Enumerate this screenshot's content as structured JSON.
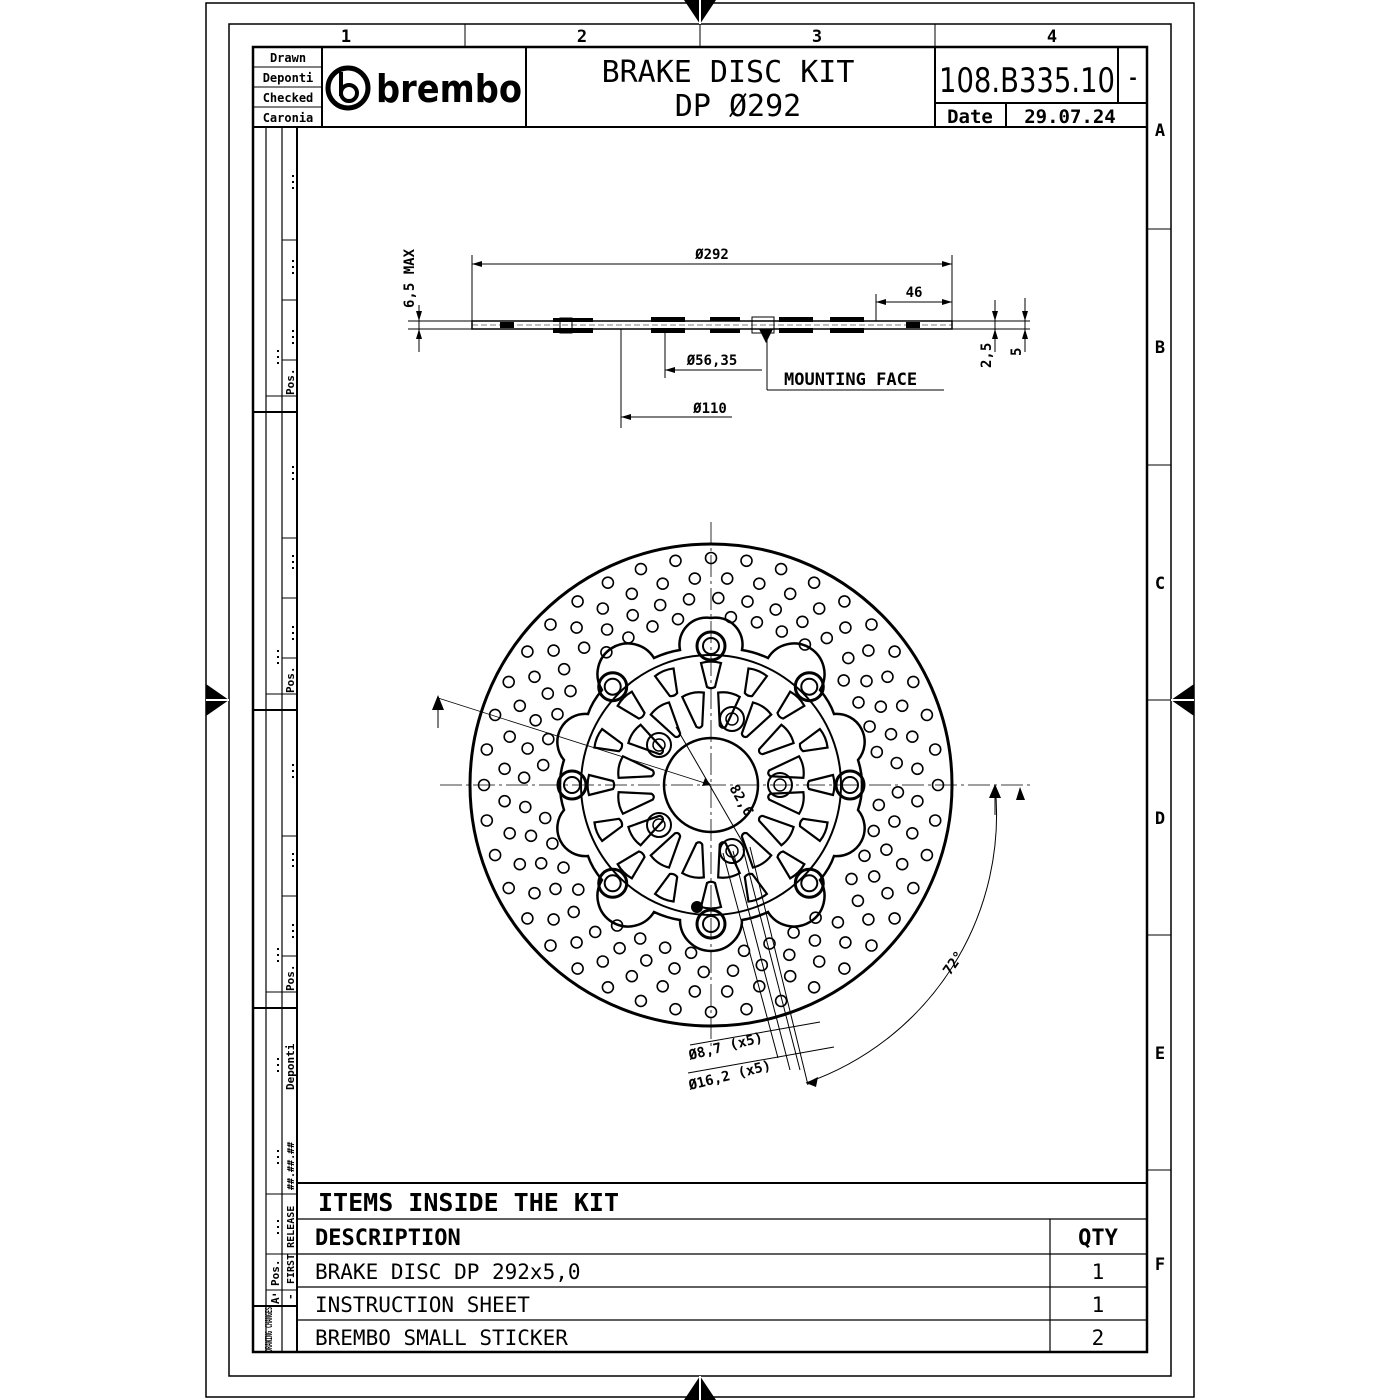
{
  "grid": {
    "columns": [
      "1",
      "2",
      "3",
      "4"
    ],
    "rows": [
      "A",
      "B",
      "C",
      "D",
      "E",
      "F"
    ]
  },
  "title_block": {
    "drawn_label": "Drawn",
    "drawn_by": "Deponti",
    "checked_label": "Checked",
    "checked_by": "Caronia",
    "brand": "brembo",
    "title_line1": "BRAKE DISC KIT",
    "title_line2": "DP Ø292",
    "part_number": "108.B335.10",
    "revision": "-",
    "date_label": "Date",
    "date": "29.07.24"
  },
  "side_strip": {
    "pos_label": "Pos.",
    "deponti_label": "Deponti",
    "first_release": "FIRST RELEASE",
    "release_date": "##.##.##",
    "dash": "-",
    "rev_a": "A",
    "drawing_changes": "DRAWING CHANGES"
  },
  "section_view": {
    "dim_outer": "Ø292",
    "dim_46": "46",
    "dim_thickness_max": "6,5 MAX",
    "dim_25": "2,5",
    "dim_5": "5",
    "dim_5635": "Ø56,35",
    "dim_110": "Ø110",
    "mounting_face": "MOUNTING FACE"
  },
  "front_view": {
    "dim_pcd": "82,6",
    "dim_hole_small": "Ø8,7 (x5)",
    "dim_hole_large": "Ø16,2 (x5)",
    "dim_angle": "72°"
  },
  "items_table": {
    "title": "ITEMS INSIDE THE KIT",
    "col_description": "DESCRIPTION",
    "col_qty": "QTY",
    "rows": [
      {
        "description": "BRAKE DISC DP 292x5,0",
        "qty": "1"
      },
      {
        "description": "INSTRUCTION SHEET",
        "qty": "1"
      },
      {
        "description": "BREMBO SMALL STICKER",
        "qty": "2"
      }
    ]
  }
}
